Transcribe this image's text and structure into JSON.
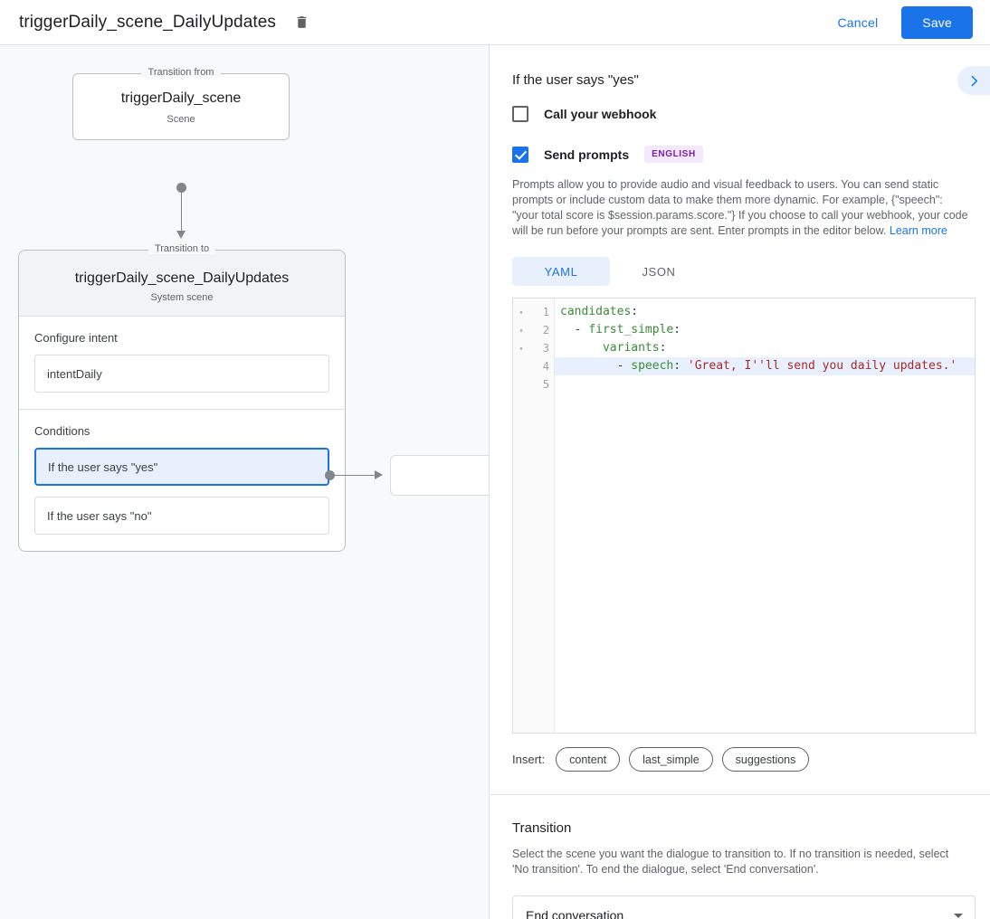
{
  "topbar": {
    "title": "triggerDaily_scene_DailyUpdates",
    "delete_icon": "trash-icon",
    "cancel_label": "Cancel",
    "save_label": "Save",
    "save_color": "#1a73e8"
  },
  "canvas": {
    "from_node": {
      "legend": "Transition from",
      "title": "triggerDaily_scene",
      "subtitle": "Scene"
    },
    "to_node": {
      "legend": "Transition to",
      "title": "triggerDaily_scene_DailyUpdates",
      "subtitle": "System scene"
    },
    "intent_section": {
      "label": "Configure intent",
      "value": "intentDaily"
    },
    "conditions_section": {
      "label": "Conditions",
      "items": [
        {
          "label": "If the user says \"yes\"",
          "selected": true
        },
        {
          "label": "If the user says \"no\"",
          "selected": false
        }
      ]
    }
  },
  "panel": {
    "collapse_icon": "chevron-right-icon",
    "title": "If the user says \"yes\"",
    "webhook": {
      "label": "Call your webhook",
      "checked": false
    },
    "prompts": {
      "label": "Send prompts",
      "checked": true,
      "language_badge": "ENGLISH",
      "badge_bg": "#f3e8fd",
      "badge_color": "#7b1fa2",
      "description": "Prompts allow you to provide audio and visual feedback to users. You can send static prompts or include custom data to make them more dynamic. For example, {\"speech\": \"your total score is $session.params.score.\"} If you choose to call your webhook, your code will be run before your prompts are sent. Enter prompts in the editor below. ",
      "learn_more": "Learn more"
    },
    "format_tabs": [
      {
        "label": "YAML",
        "active": true
      },
      {
        "label": "JSON",
        "active": false
      }
    ],
    "editor": {
      "lines": [
        {
          "num": "1",
          "fold": "▾",
          "tokens": [
            {
              "t": "candidates",
              "c": "k"
            },
            {
              "t": ":",
              "c": "p"
            }
          ],
          "highlighted": false
        },
        {
          "num": "2",
          "fold": "▾",
          "tokens": [
            {
              "t": "  - ",
              "c": "p"
            },
            {
              "t": "first_simple",
              "c": "k"
            },
            {
              "t": ":",
              "c": "p"
            }
          ],
          "highlighted": false
        },
        {
          "num": "3",
          "fold": "▾",
          "tokens": [
            {
              "t": "      ",
              "c": "p"
            },
            {
              "t": "variants",
              "c": "k"
            },
            {
              "t": ":",
              "c": "p"
            }
          ],
          "highlighted": false
        },
        {
          "num": "4",
          "fold": "",
          "tokens": [
            {
              "t": "        - ",
              "c": "p"
            },
            {
              "t": "speech",
              "c": "k"
            },
            {
              "t": ": ",
              "c": "p"
            },
            {
              "t": "'Great, I''ll send you daily updates.'",
              "c": "s"
            }
          ],
          "highlighted": true
        },
        {
          "num": "5",
          "fold": "",
          "tokens": [],
          "highlighted": false
        }
      ]
    },
    "insert": {
      "label": "Insert:",
      "chips": [
        "content",
        "last_simple",
        "suggestions"
      ]
    },
    "transition": {
      "title": "Transition",
      "description": "Select the scene you want the dialogue to transition to. If no transition is needed, select 'No transition'. To end the dialogue, select 'End conversation'.",
      "selected": "End conversation"
    }
  }
}
